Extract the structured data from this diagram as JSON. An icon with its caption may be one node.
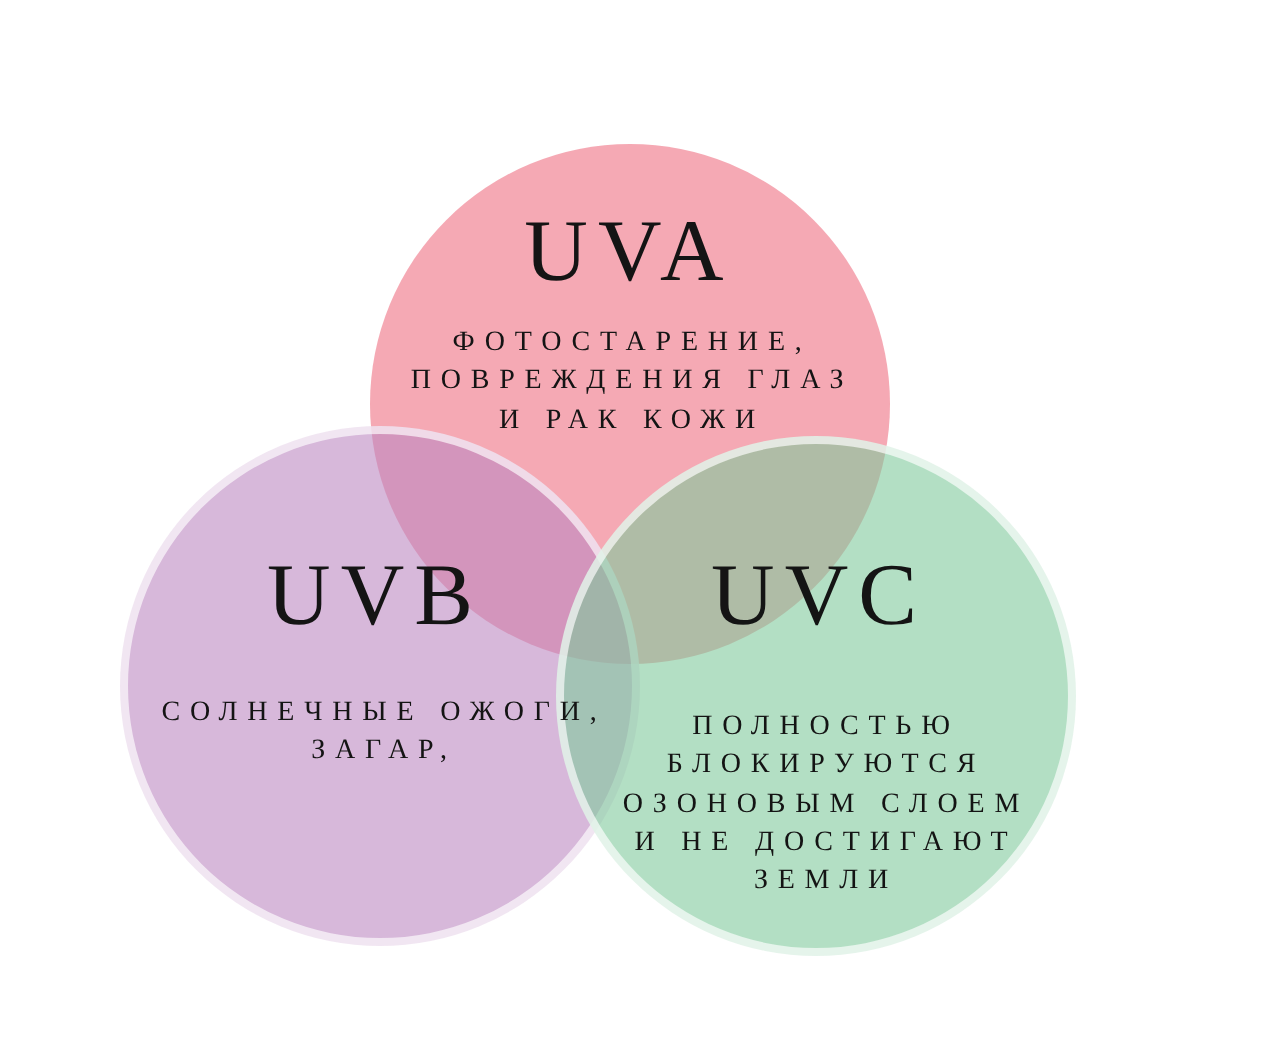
{
  "diagram": {
    "nodes": [
      {
        "text": [
          "UVA",
          "ФОТОСТАРЕНИЕ, ПОВРЕЖДЕНИЯ ГЛАЗ И РАК КОЖИ"
        ]
      },
      {
        "text": [
          "UVB",
          "СОЛНЕЧНЫЕ ОЖОГИ, ЗАГАР,"
        ]
      },
      {
        "text": [
          "UVC",
          "ПОЛНОСТЬЮ БЛОКИРУЮТСЯ ОЗОНОВЫМ СЛОЕМ И НЕ ДОСТИГАЮТ ЗЕМЛИ"
        ]
      }
    ]
  }
}
